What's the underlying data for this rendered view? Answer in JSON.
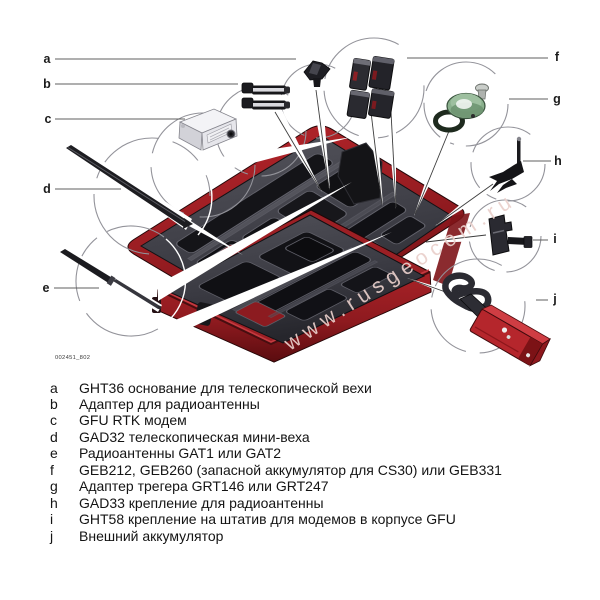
{
  "figure": {
    "watermark": "www.rusgeocom.ru",
    "figure_id": "002451_802",
    "description": "Open red transport case with foam inserts and accessories, callouts a-j"
  },
  "legend": {
    "items": [
      {
        "letter": "a",
        "text": "GHT36 основание для телескопической вехи"
      },
      {
        "letter": "b",
        "text": "Адаптер для радиоантенны"
      },
      {
        "letter": "c",
        "text": "GFU RTK модем"
      },
      {
        "letter": "d",
        "text": "GAD32 телескопическая мини-веха"
      },
      {
        "letter": "e",
        "text": "Радиоантенны GAT1 или GAT2"
      },
      {
        "letter": "f",
        "text": "GEB212, GEB260 (запасной аккумулятор для CS30) или GEB331"
      },
      {
        "letter": "g",
        "text": "Адаптер трегера GRT146 или GRT247"
      },
      {
        "letter": "h",
        "text": "GAD33 крепление для радиоантенны"
      },
      {
        "letter": "i",
        "text": "GHT58 крепление на штатив для модемов в корпусе GFU"
      },
      {
        "letter": "j",
        "text": "Внешний аккумулятор"
      }
    ]
  }
}
